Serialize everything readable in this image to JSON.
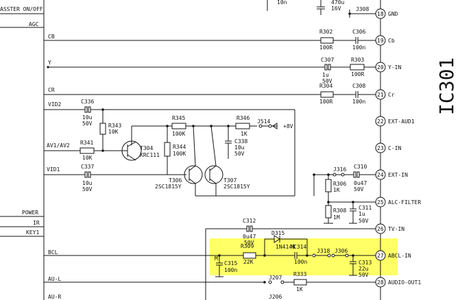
{
  "chip": {
    "name": "IC301",
    "highlight_color": "#ffff66"
  },
  "left_signals": [
    {
      "text": "ASSTER ON/OFF"
    },
    {
      "text": "AGC"
    },
    {
      "text": "CB"
    },
    {
      "text": "Y"
    },
    {
      "text": "CR"
    },
    {
      "text": "VID2"
    },
    {
      "text": "AV1/AV2"
    },
    {
      "text": "VID1"
    },
    {
      "text": "POWER"
    },
    {
      "text": "IR"
    },
    {
      "text": "KEY1"
    },
    {
      "text": "BCL"
    },
    {
      "text": "AU-L"
    },
    {
      "text": "AU-R"
    }
  ],
  "pins": [
    {
      "num": "18",
      "name": "GND"
    },
    {
      "num": "19",
      "name": "Cb"
    },
    {
      "num": "20",
      "name": "Y-IN"
    },
    {
      "num": "21",
      "name": "Cr"
    },
    {
      "num": "22",
      "name": "EXT-AUD1"
    },
    {
      "num": "23",
      "name": "C-IN"
    },
    {
      "num": "24",
      "name": "EXT-IN"
    },
    {
      "num": "25",
      "name": "ALC-FILTER"
    },
    {
      "num": "26",
      "name": "TV-IN"
    },
    {
      "num": "27",
      "name": "ABCL-IN"
    },
    {
      "num": "28",
      "name": "AUDIO-OUT1"
    }
  ],
  "components": {
    "top_cap_a": "10n",
    "top_cap_b_val": "470u",
    "top_cap_b_v": "16V",
    "j308": "J308",
    "r302": {
      "ref": "R302",
      "val": "100R"
    },
    "c306": {
      "ref": "C306",
      "val": "100n"
    },
    "c307": {
      "ref": "C307",
      "val": "1u",
      "v": "50V"
    },
    "r303": {
      "ref": "R303",
      "val": "100R"
    },
    "r304": {
      "ref": "R304",
      "val": "100R"
    },
    "c308": {
      "ref": "C308",
      "val": "100n"
    },
    "c336": {
      "ref": "C336",
      "val": "10u",
      "v": "50V"
    },
    "r343": {
      "ref": "R343",
      "val": "10K"
    },
    "r345": {
      "ref": "R345",
      "val": "100K"
    },
    "r346": {
      "ref": "R346",
      "val": "1K"
    },
    "j514": "J514",
    "plus8v": "+8V",
    "c338": {
      "ref": "C338",
      "val": "10u",
      "v": "50V"
    },
    "r341": {
      "ref": "R341",
      "val": "10K"
    },
    "t304": {
      "ref": "T304",
      "part": "KRC111"
    },
    "r344": {
      "ref": "R344",
      "val": "100K"
    },
    "t306": {
      "ref": "T306",
      "part": "2SC1815Y"
    },
    "t307": {
      "ref": "T307",
      "part": "2SC1815Y"
    },
    "c337": {
      "ref": "C337",
      "val": "10u",
      "v": "50V"
    },
    "j316": "J316",
    "c310": {
      "ref": "C310",
      "val": "0u47",
      "v": "50V"
    },
    "r306": {
      "ref": "R306",
      "val": "1K"
    },
    "r308": {
      "ref": "R308",
      "val": "1M"
    },
    "c311": {
      "ref": "C311",
      "val": "1u",
      "v": "50V"
    },
    "c312": {
      "ref": "C312",
      "val": "0u47",
      "v": "50V"
    },
    "d315": {
      "ref": "D315",
      "part": "1N4148"
    },
    "r309": {
      "ref": "R309",
      "val": "22K"
    },
    "c314": {
      "ref": "C314",
      "val": "100n"
    },
    "j318": "J318",
    "j306": "J306",
    "c315": {
      "ref": "C315",
      "val": "100n"
    },
    "c313": {
      "ref": "C313",
      "val": "22u",
      "v": "50V"
    },
    "j207": "J207",
    "r333": {
      "ref": "R333",
      "val": "1K"
    },
    "j206": "J206"
  }
}
